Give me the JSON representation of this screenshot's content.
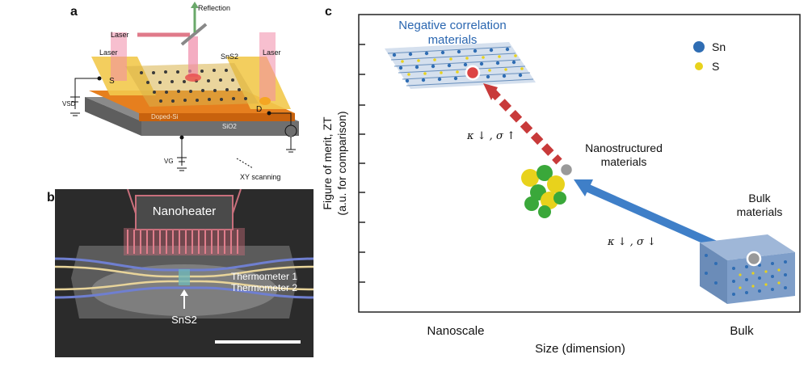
{
  "panels": {
    "a": {
      "letter": "a",
      "labels": {
        "reflection": "Reflection",
        "laser_top": "Laser",
        "laser_left": "Laser",
        "laser_right": "Laser",
        "material": "SnS2",
        "source": "S",
        "drain": "D",
        "vsd": "VSD",
        "vg": "VG",
        "doped_si": "Doped-Si",
        "sio2": "SiO2",
        "xy": "XY scanning"
      }
    },
    "b": {
      "letter": "b",
      "labels": {
        "nanoheater": "Nanoheater",
        "thermometer1": "Thermometer 1",
        "thermometer2": "Thermometer 2",
        "material": "SnS2"
      }
    },
    "c": {
      "letter": "c",
      "legend": {
        "sn": "Sn",
        "s": "S",
        "sn_color": "#2f6db3",
        "s_color": "#e8d21c"
      },
      "labels": {
        "negative": "Negative correlation materials",
        "negative_line1": "Negative correlation",
        "negative_line2": "materials",
        "nano_line1": "Nanostructured",
        "nano_line2": "materials",
        "bulk_line1": "Bulk",
        "bulk_line2": "materials",
        "kappa_sigma_up": "κ ↓ , σ ↑",
        "kappa_sigma_down": "κ ↓ , σ ↓"
      },
      "axes": {
        "ylabel_line1": "Figure of merit, ZT",
        "ylabel_line2": "(a.u. for comparison)",
        "xlabel": "Size (dimension)",
        "xtick_left": "Nanoscale",
        "xtick_right": "Bulk"
      },
      "colors": {
        "red_arrow": "#c83a3a",
        "blue_arrow": "#3f7fc8"
      }
    }
  }
}
